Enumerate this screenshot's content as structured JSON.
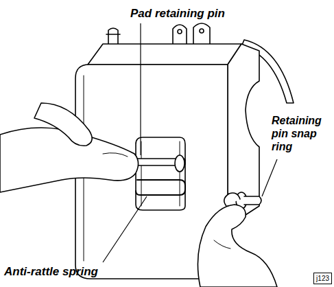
{
  "diagram": {
    "nodes": [
      {
        "text": [
          "j123"
        ]
      }
    ],
    "labels": [
      "Pad retaining pin",
      "Retaining pin snap ring",
      "Anti-rattle spring"
    ]
  }
}
